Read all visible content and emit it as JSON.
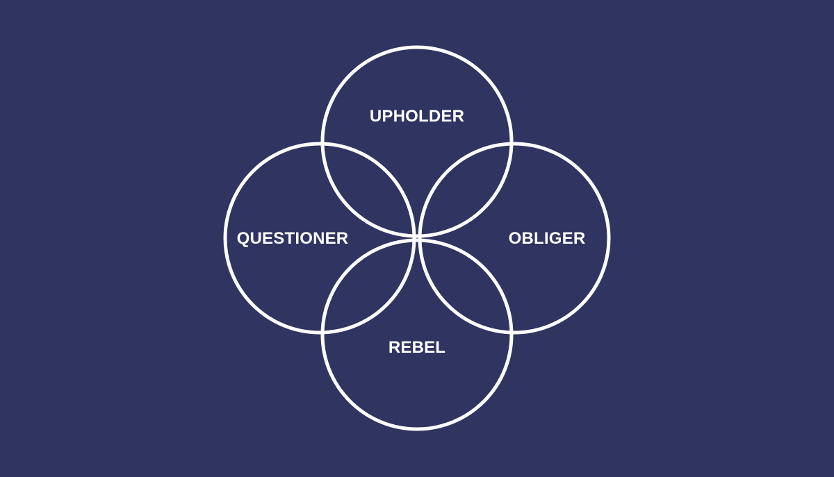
{
  "colors": {
    "background": "#303461",
    "stroke": "#ffffff",
    "text": "#ffffff"
  },
  "diagram": {
    "labels": {
      "top": "UPHOLDER",
      "left": "QUESTIONER",
      "right": "OBLIGER",
      "bottom": "REBEL"
    }
  }
}
